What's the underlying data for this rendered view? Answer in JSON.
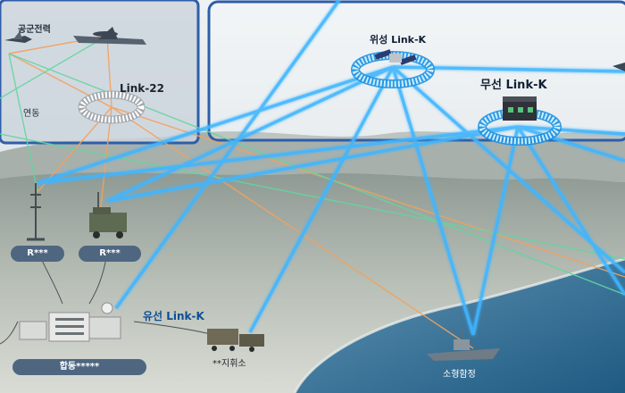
{
  "labels": {
    "air_force": "공군전력",
    "link22": "Link-22",
    "linkage": "연동",
    "satellite_link": "위성 Link-K",
    "wireless_link": "무선 Link-K",
    "wired_link": "유선 Link-K",
    "site_left": "R***",
    "site_right": "R***",
    "joint_hq": "합동*****",
    "command_post": "**지휘소",
    "ship": "소형함정"
  },
  "colors": {
    "sky": "#dfe6ea",
    "sea": "#2c6a93",
    "link_blue": "#3fb6ff",
    "link_orange": "#f3a15f",
    "link_green": "#63d6a0",
    "frame": "#2e5ea8",
    "pill": "#4f6681"
  },
  "icons": [
    "fighter-jet-icon",
    "awacs-aircraft-icon",
    "satellite-icon",
    "radio-box-icon",
    "antenna-tower-icon",
    "military-truck-icon",
    "headquarters-icon",
    "command-post-icon",
    "warship-icon",
    "aircraft-icon"
  ]
}
